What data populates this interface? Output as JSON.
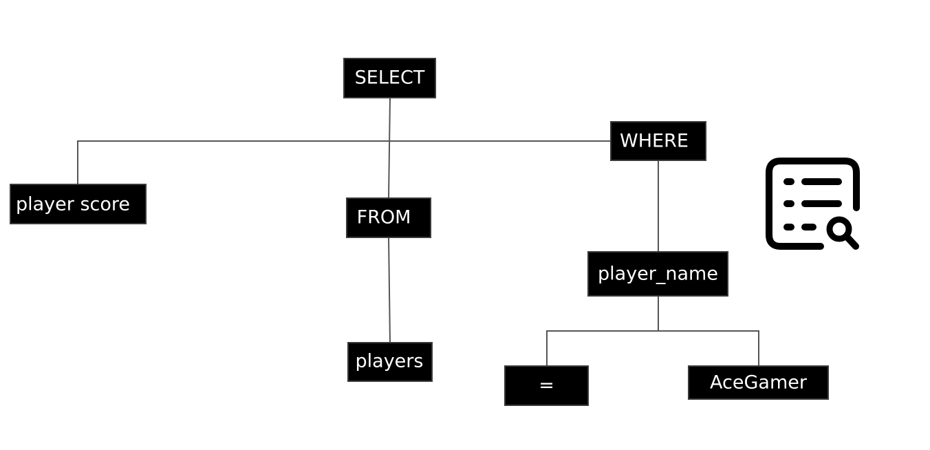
{
  "nodes": {
    "select": "SELECT",
    "where": "WHERE",
    "player_score": "player score",
    "from": "FROM",
    "player_name": "player_name",
    "players": "players",
    "equals": "=",
    "ace_gamer": "AceGamer"
  },
  "icon": {
    "name": "list-search-icon",
    "color": "#000000"
  }
}
